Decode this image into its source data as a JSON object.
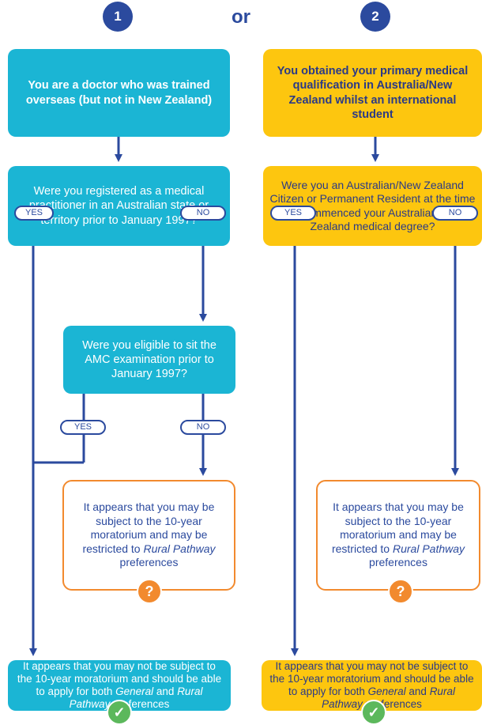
{
  "header": {
    "step1": "1",
    "or": "or",
    "step2": "2"
  },
  "left": {
    "start": "You are a doctor who was trained overseas (but not in New Zealand)",
    "q1": "Were you registered as a medical practitioner in an Australian state or territory prior to January 1997?",
    "q1_yes": "YES",
    "q1_no": "NO",
    "q2": "Were you eligible to sit the AMC examination prior to January 1997?",
    "q2_yes": "YES",
    "q2_no": "NO",
    "restricted_a": "It appears that you may be subject to the 10-year moratorium and may be restricted to ",
    "restricted_em": "Rural Pathway",
    "restricted_b": " preferences",
    "ok_a": "It appears that you may not be subject to the 10-year moratorium and should be able to apply for both ",
    "ok_em1": "General",
    "ok_mid": " and ",
    "ok_em2": "Rural Pathway",
    "ok_b": " preferences"
  },
  "right": {
    "start": "You obtained your primary medical qualification in Australia/New Zealand whilst an international student",
    "q1": "Were you an Australian/New Zealand Citizen or Permanent Resident at the time you commenced your Australian /New Zealand medical degree?",
    "q1_yes": "YES",
    "q1_no": "NO",
    "restricted_a": "It appears that you may be subject to the 10-year moratorium and may be restricted to ",
    "restricted_em": "Rural Pathway",
    "restricted_b": " preferences",
    "ok_a": "It appears that you may not be subject to the 10-year moratorium and should be able to apply for both ",
    "ok_em1": "General",
    "ok_mid": " and ",
    "ok_em2": "Rural Pathway",
    "ok_b": " preferences"
  },
  "icons": {
    "question": "?",
    "check": "✓"
  },
  "colors": {
    "navy": "#2b4a9e",
    "teal": "#1bb5d4",
    "yellow": "#fdc60f",
    "orange": "#f28a2e",
    "green": "#5cb85c"
  }
}
